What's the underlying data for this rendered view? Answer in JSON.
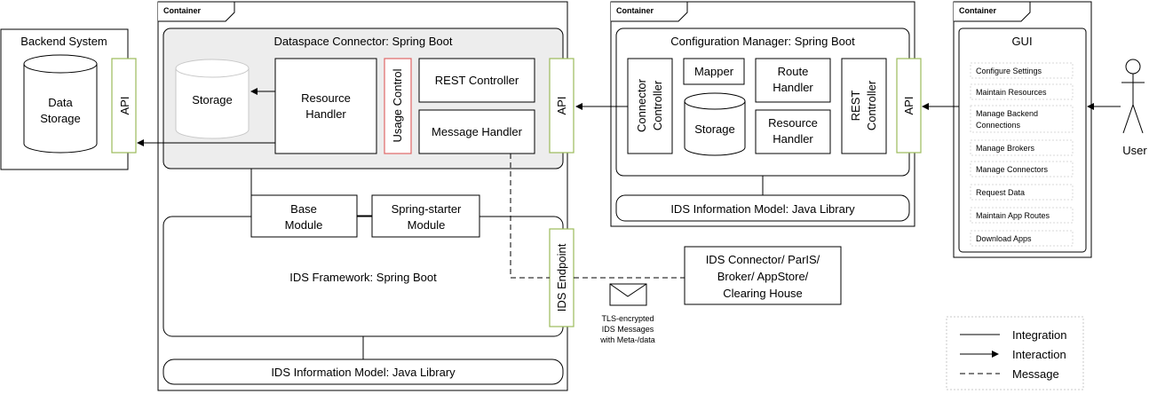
{
  "containers": {
    "tab_label": "Container"
  },
  "backend": {
    "title": "Backend System",
    "storage_line1": "Data",
    "storage_line2": "Storage",
    "api": "API"
  },
  "connector": {
    "title": "Dataspace Connector: Spring Boot",
    "storage": "Storage",
    "resource_handler_line1": "Resource",
    "resource_handler_line2": "Handler",
    "usage_control": "Usage Control",
    "rest_controller": "REST Controller",
    "message_handler": "Message Handler",
    "api": "API",
    "base_module_line1": "Base",
    "base_module_line2": "Module",
    "starter_module_line1": "Spring-starter",
    "starter_module_line2": "Module",
    "framework": "IDS Framework: Spring Boot",
    "endpoint": "IDS Endpoint",
    "info_model": "IDS Information Model: Java Library"
  },
  "config_manager": {
    "title": "Configuration Manager: Spring Boot",
    "connector_controller_line1": "Connector",
    "connector_controller_line2": "Controller",
    "mapper": "Mapper",
    "route_handler_line1": "Route",
    "route_handler_line2": "Handler",
    "storage": "Storage",
    "resource_handler_line1": "Resource",
    "resource_handler_line2": "Handler",
    "rest_controller_line1": "REST",
    "rest_controller_line2": "Controller",
    "api": "API",
    "info_model": "IDS Information Model: Java Library"
  },
  "gui": {
    "title": "GUI",
    "items": [
      {
        "lines": [
          "Configure Settings"
        ]
      },
      {
        "lines": [
          "Maintain Resources"
        ]
      },
      {
        "lines": [
          "Manage Backend",
          "Connections"
        ]
      },
      {
        "lines": [
          "Manage Brokers"
        ]
      },
      {
        "lines": [
          "Manage Connectors"
        ]
      },
      {
        "lines": [
          "Request Data"
        ]
      },
      {
        "lines": [
          "Maintain App Routes"
        ]
      },
      {
        "lines": [
          "Download Apps"
        ]
      }
    ]
  },
  "user": {
    "label": "User"
  },
  "external": {
    "line1": "IDS Connector/ ParIS/",
    "line2": "Broker/ AppStore/",
    "line3": "Clearing House"
  },
  "message_note": {
    "line1": "TLS-encrypted",
    "line2": "IDS Messages",
    "line3": "with Meta-/data"
  },
  "legend": {
    "integration": "Integration",
    "interaction": "Interaction",
    "message": "Message"
  }
}
